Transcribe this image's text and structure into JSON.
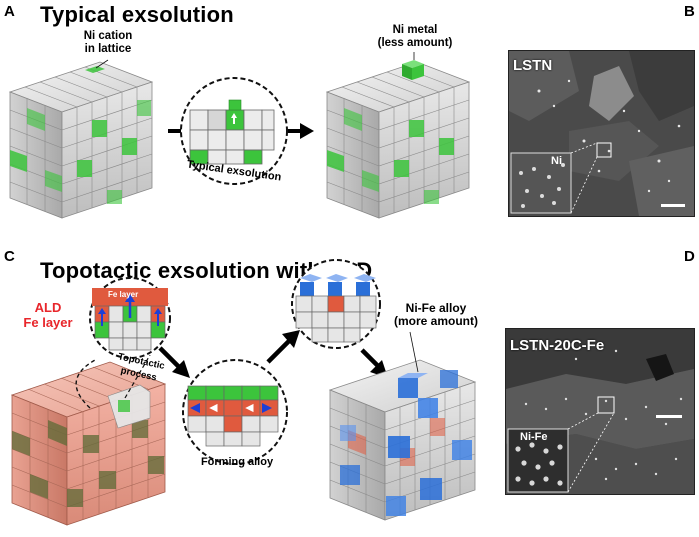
{
  "panels": {
    "a": {
      "letter": "A",
      "title": "Typical exsolution",
      "ni_cation_line1": "Ni cation",
      "ni_cation_line2": "in lattice",
      "ni_metal_line1": "Ni metal",
      "ni_metal_line2": "(less amount)",
      "circle_label": "Typical exsolution"
    },
    "b": {
      "letter": "B",
      "sem_label": "LSTN",
      "inset_label": "Ni"
    },
    "c": {
      "letter": "C",
      "title": "Topotactic exsolution with ALD",
      "ald_line1": "ALD",
      "ald_line2": "Fe layer",
      "fe_layer_label": "Fe layer",
      "topotactic_label": "Topotactic process",
      "forming_alloy_label": "Forming alloy",
      "alloy_line1": "Ni-Fe alloy",
      "alloy_line2": "(more amount)"
    },
    "d": {
      "letter": "D",
      "sem_label": "LSTN-20C-Fe",
      "inset_label": "Ni-Fe"
    }
  },
  "colors": {
    "ni_green": "#3cc43c",
    "fe_red": "#e0553a",
    "alloy_blue": "#2a6fd8",
    "lattice_grey": "#dcdcdc",
    "sem_dark": "#3a3a3a"
  }
}
